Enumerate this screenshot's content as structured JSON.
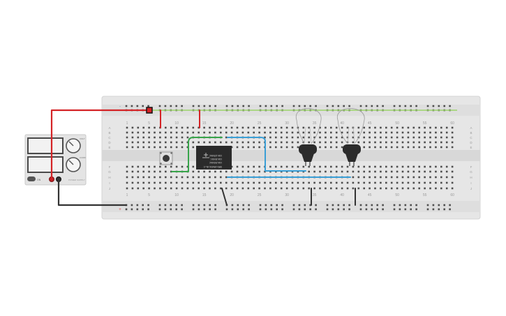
{
  "breadboard": {
    "column_numbers": [
      "1",
      "5",
      "10",
      "15",
      "20",
      "25",
      "30",
      "35",
      "40",
      "45",
      "50",
      "55",
      "60"
    ],
    "row_letters_top": [
      "A",
      "B",
      "C",
      "D",
      "E"
    ],
    "row_letters_bottom": [
      "F",
      "G",
      "H",
      "I",
      "J"
    ],
    "rail_plus": "+",
    "rail_minus": "-"
  },
  "power_supply": {
    "knob_labels": [
      "VOLT",
      "CURR"
    ],
    "switch_label": "ON",
    "brand_text": "POWER SUPPLY"
  },
  "relay": {
    "lines": [
      "SRD-05VDC-SL-C",
      "10A 250VAC",
      "10A 30VDC",
      "10A 125VAC"
    ]
  },
  "colors": {
    "board": "#e6e6e6",
    "hole": "#4d4d4d",
    "power_wire": "#d42326",
    "ground_wire": "#333333",
    "signal_green": "#37a44a",
    "signal_blue": "#3a9fd6",
    "rail_trace": "#9bd36a"
  },
  "components": [
    "pushbutton",
    "relay",
    "light-bulb-1",
    "light-bulb-2",
    "dc-power-supply"
  ]
}
